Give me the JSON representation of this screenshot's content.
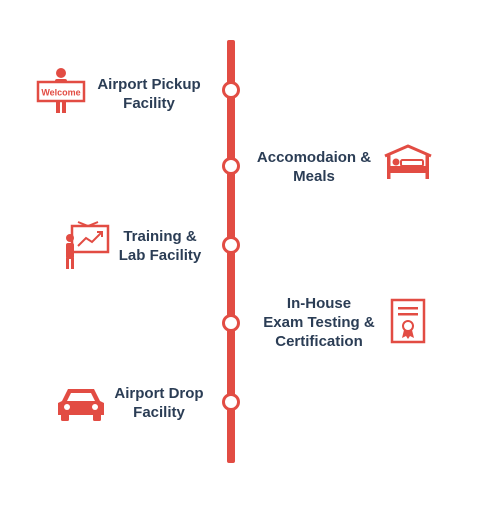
{
  "colors": {
    "accent": "#e24c43",
    "text": "#2b3d55",
    "background": "#ffffff"
  },
  "timeline": {
    "items": [
      {
        "lines": [
          "Airport Pickup",
          "Facility"
        ],
        "icon": "welcome-sign-icon",
        "side": "left",
        "sign_text": "Welcome"
      },
      {
        "lines": [
          "Accomodaion &",
          "Meals"
        ],
        "icon": "bed-icon",
        "side": "right"
      },
      {
        "lines": [
          "Training &",
          "Lab Facility"
        ],
        "icon": "presentation-board-icon",
        "side": "left"
      },
      {
        "lines": [
          "In-House",
          "Exam Testing &",
          "Certification"
        ],
        "icon": "certificate-icon",
        "side": "right"
      },
      {
        "lines": [
          "Airport Drop",
          "Facility"
        ],
        "icon": "car-icon",
        "side": "left"
      }
    ]
  }
}
